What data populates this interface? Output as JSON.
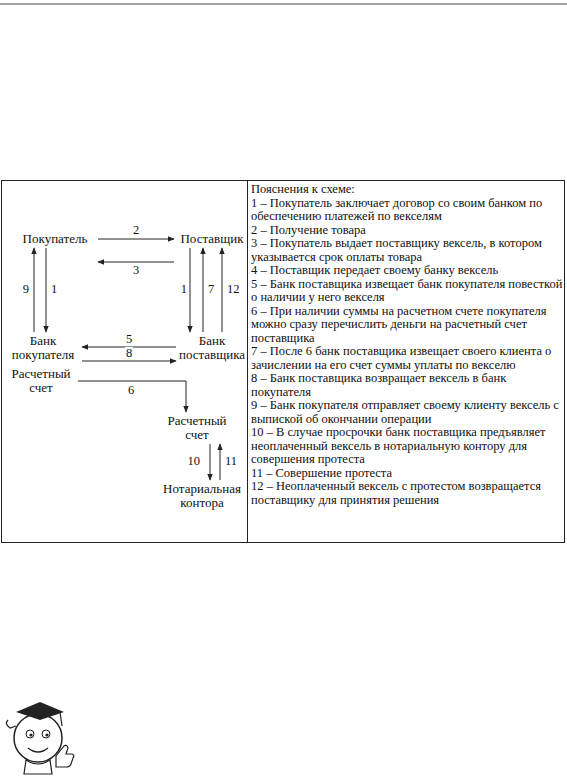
{
  "diagram": {
    "nodes": [
      {
        "text": [
          "Покупатель"
        ]
      },
      {
        "text": [
          "Поставщик"
        ]
      },
      {
        "text": [
          "Банк покупателя"
        ]
      },
      {
        "text": [
          "Банк поставщика"
        ]
      },
      {
        "text": [
          "Расчетный счет"
        ]
      },
      {
        "text": [
          "Расчетный счет"
        ]
      },
      {
        "text": [
          "Нотариальная контора"
        ]
      }
    ],
    "edges": [
      {
        "from": 0,
        "to": 1,
        "label": "2",
        "arrow": "to"
      },
      {
        "from": 1,
        "to": 0,
        "label": "3",
        "arrow": "to"
      },
      {
        "from": 2,
        "to": 0,
        "label": "9",
        "arrow": "to"
      },
      {
        "from": 0,
        "to": 2,
        "label": "1",
        "arrow": "to"
      },
      {
        "from": 1,
        "to": 3,
        "label": "1",
        "arrow": "to"
      },
      {
        "from": 3,
        "to": 1,
        "label": "7",
        "arrow": "to"
      },
      {
        "from": 3,
        "to": 1,
        "label": "12",
        "arrow": "to"
      },
      {
        "from": 3,
        "to": 2,
        "label": "5",
        "arrow": "to"
      },
      {
        "from": 2,
        "to": 3,
        "label": "8",
        "arrow": "to"
      },
      {
        "from": 4,
        "to": 5,
        "label": "6",
        "arrow": "to"
      },
      {
        "from": 5,
        "to": 6,
        "label": "10",
        "arrow": "to"
      },
      {
        "from": 6,
        "to": 5,
        "label": "11",
        "arrow": "to"
      }
    ],
    "labels": [
      "Пояснения к схеме:",
      "1 – Покупатель заключает договор со своим банком по обеспечению платежей по векселям",
      "2 – Получение товара",
      "3 – Покупатель выдает поставщику вексель, в котором указывается срок оплаты товара",
      "4 – Поставщик передает своему банку вексель",
      "5 – Банк поставщика извещает банк покупателя повесткой о наличии у него векселя",
      "6 – При наличии суммы на расчетном счете покупателя можно сразу перечислить деньги на расчетный счет поставщика",
      "7 – После 6 банк поставщика извещает своего клиента о зачислении на его счет суммы уплаты по векселю",
      "8 – Банк поставщика возвращает вексель в банк покупателя",
      "9 – Банк покупателя отправляет своему клиенту вексель с выпиской об окончании операции",
      "10 – В случае просрочки банк поставщика предъявляет неоплаченный вексель в нотариальную контору для совершения протеста",
      "11 – Совершение протеста",
      "12 – Неоплаченный вексель с протестом возвращается поставщику для принятия решения"
    ]
  }
}
